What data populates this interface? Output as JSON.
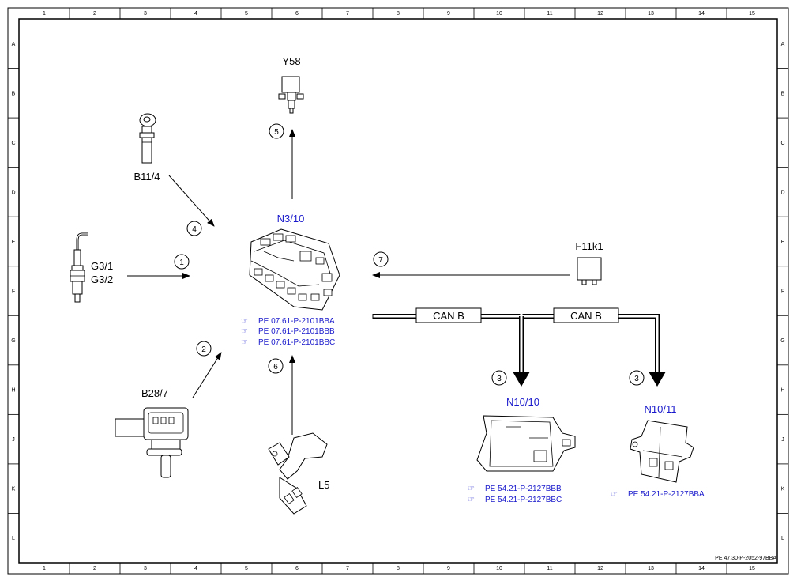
{
  "grid": {
    "columns": [
      "1",
      "2",
      "3",
      "4",
      "5",
      "6",
      "7",
      "8",
      "9",
      "10",
      "11",
      "12",
      "13",
      "14",
      "15"
    ],
    "rows": [
      "A",
      "B",
      "C",
      "D",
      "E",
      "F",
      "G",
      "H",
      "J",
      "K",
      "L"
    ]
  },
  "components": {
    "y58": "Y58",
    "b11_4": "B11/4",
    "g3_1": "G3/1",
    "g3_2": "G3/2",
    "n3_10": "N3/10",
    "f11k1": "F11k1",
    "b28_7": "B28/7",
    "l5": "L5",
    "n10_10": "N10/10",
    "n10_11": "N10/11"
  },
  "signals": {
    "s1": "1",
    "s2": "2",
    "s3a": "3",
    "s3b": "3",
    "s4": "4",
    "s5": "5",
    "s6": "6",
    "s7": "7"
  },
  "bus": {
    "left": "CAN B",
    "right": "CAN B"
  },
  "references": {
    "n3_10": [
      "PE 07.61-P-2101BBA",
      "PE 07.61-P-2101BBB",
      "PE 07.61-P-2101BBC"
    ],
    "n10_10": [
      "PE 54.21-P-2127BBB",
      "PE 54.21-P-2127BBC"
    ],
    "n10_11": [
      "PE 54.21-P-2127BBA"
    ]
  },
  "footer": "PE 47.30-P-2052-97BBA",
  "colors": {
    "reference": "#1a1acc",
    "line": "#000000"
  }
}
